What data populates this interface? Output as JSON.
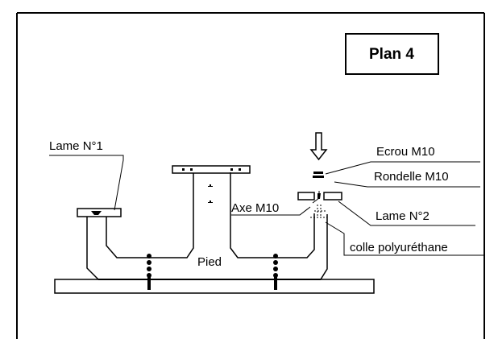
{
  "title": "Plan 4",
  "labels": {
    "lame1": "Lame N°1",
    "ecrou": "Ecrou M10",
    "rondelle": "Rondelle M10",
    "axe": "Axe M10",
    "lame2": "Lame N°2",
    "colle": "colle polyuréthane",
    "pied": "Pied"
  }
}
